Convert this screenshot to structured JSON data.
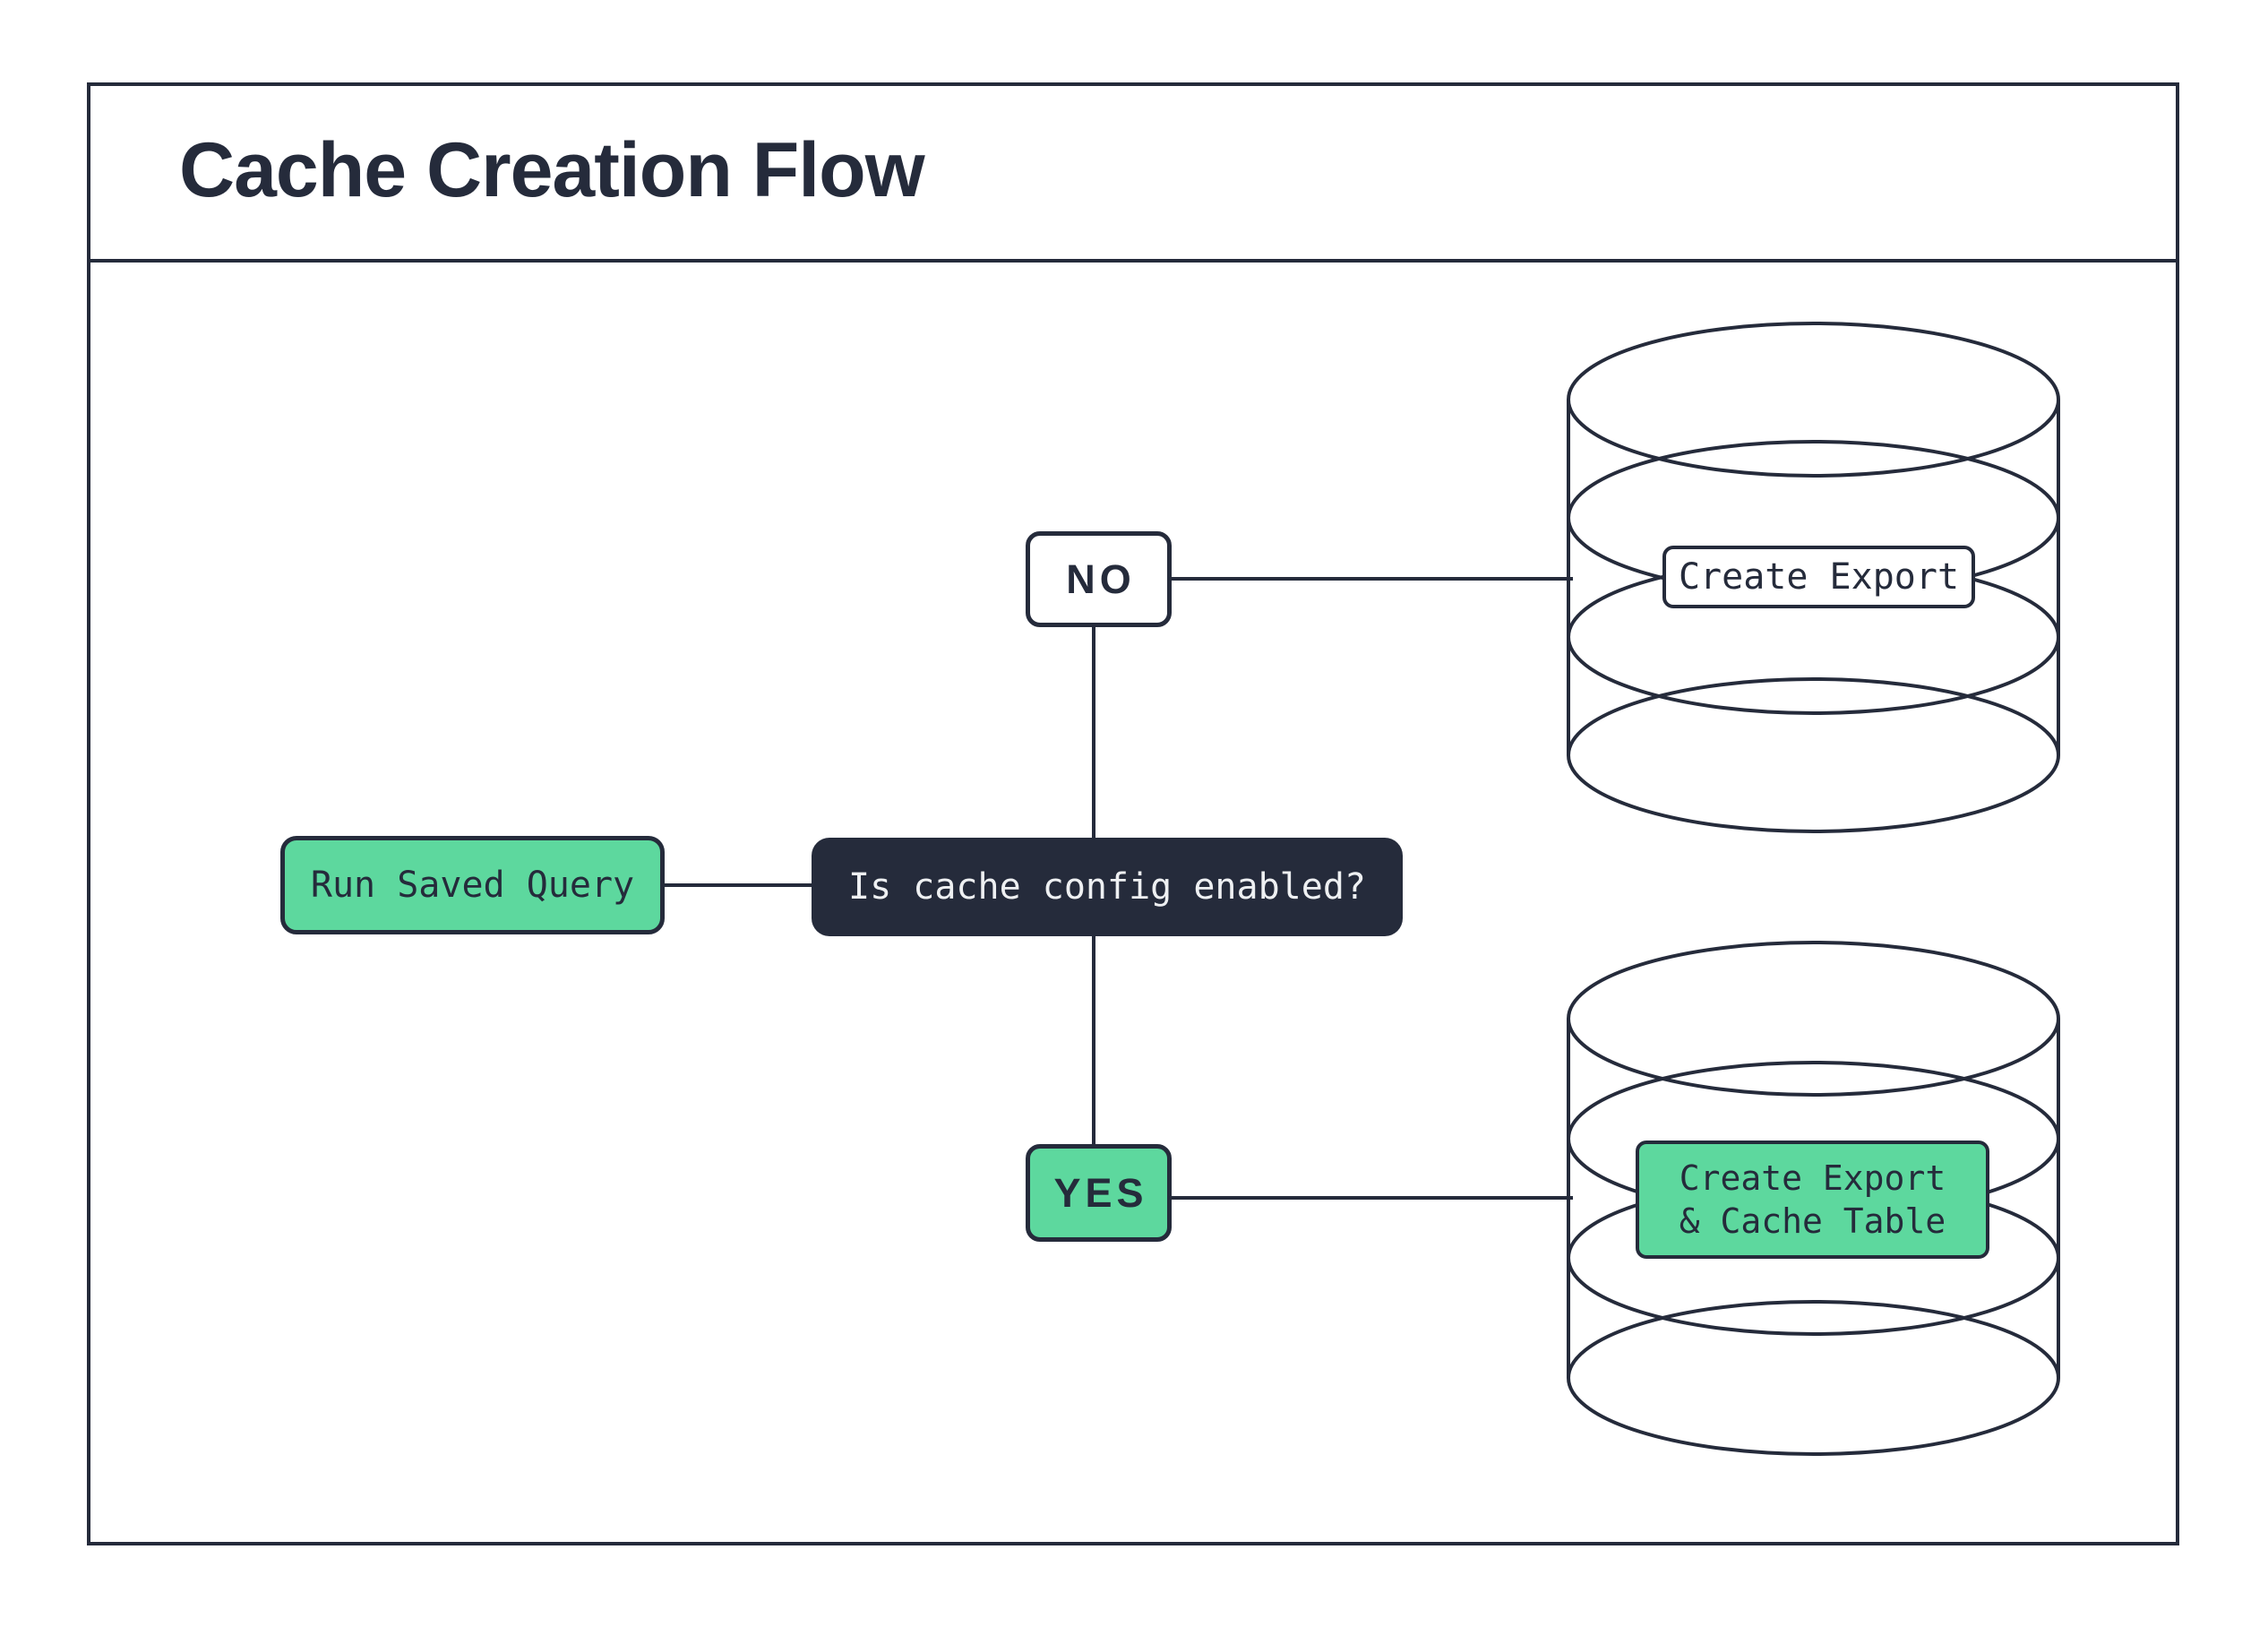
{
  "title": "Cache Creation Flow",
  "colors": {
    "ink": "#252b3b",
    "green": "#5dd89e",
    "paper": "#ffffff",
    "decision_text": "#eef0f2"
  },
  "flow": {
    "start": {
      "label": "Run Saved Query"
    },
    "decision": {
      "label": "Is cache config enabled?"
    },
    "branch_no": {
      "label": "NO"
    },
    "branch_yes": {
      "label": "YES"
    },
    "outcome_no": {
      "label": "Create Export"
    },
    "outcome_yes": {
      "line1": "Create Export",
      "line2": "& Cache Table"
    }
  }
}
